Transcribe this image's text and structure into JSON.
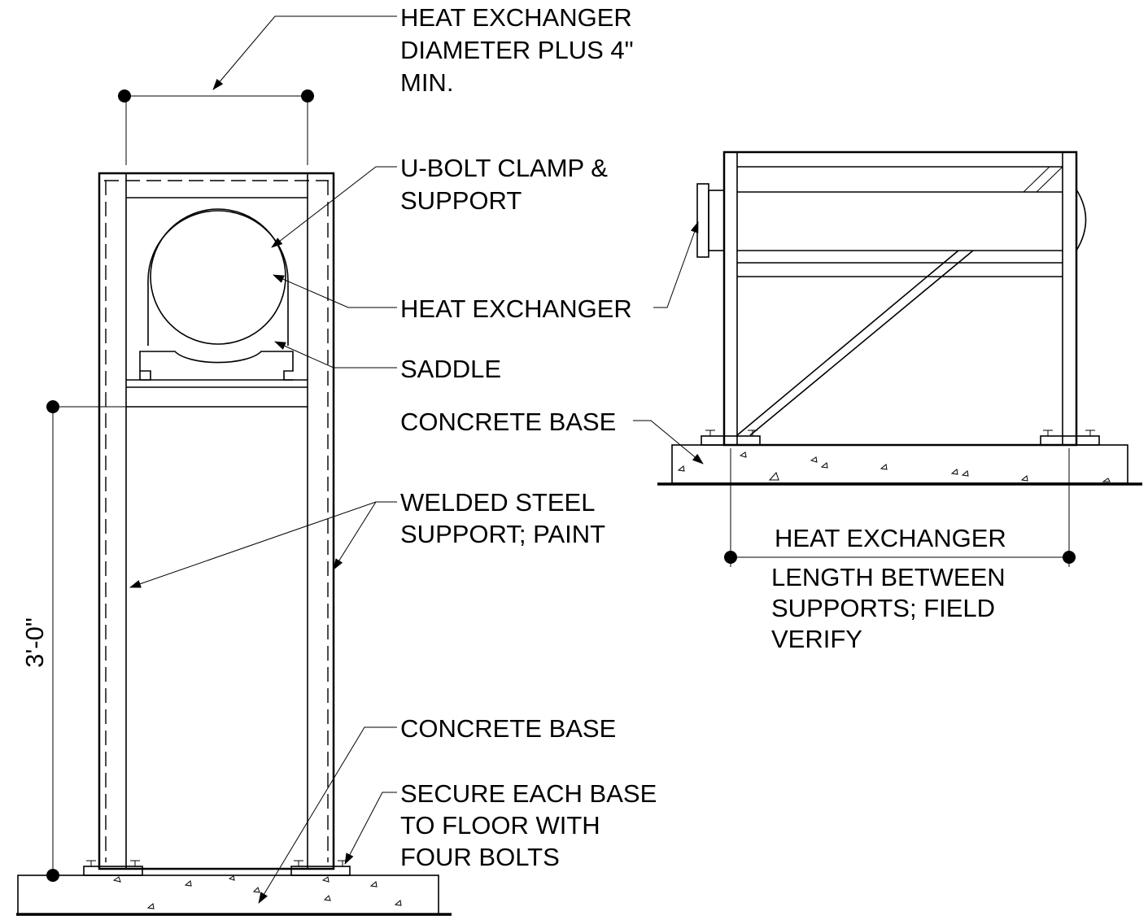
{
  "labels": {
    "hx_diameter": [
      "HEAT EXCHANGER",
      "DIAMETER PLUS 4\"",
      "MIN."
    ],
    "ubolt": [
      "U-BOLT CLAMP &",
      "SUPPORT"
    ],
    "heat_exchanger": "HEAT EXCHANGER",
    "saddle": "SADDLE",
    "concrete_base_side": "CONCRETE BASE",
    "welded_steel": [
      "WELDED STEEL",
      "SUPPORT; PAINT"
    ],
    "concrete_base_front": "CONCRETE BASE",
    "secure": [
      "SECURE EACH BASE",
      "TO FLOOR WITH",
      "FOUR BOLTS"
    ],
    "hx_length": [
      "HEAT EXCHANGER",
      "LENGTH BETWEEN",
      "SUPPORTS; FIELD",
      "VERIFY"
    ],
    "height_dim": "3'-0\""
  }
}
